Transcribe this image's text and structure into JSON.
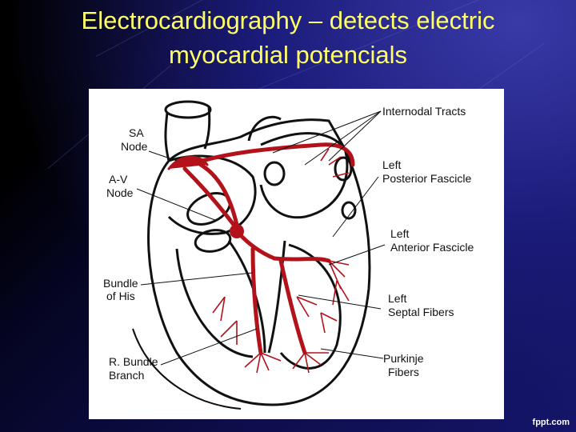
{
  "slide": {
    "title_line1": "Electrocardiography – detects electric",
    "title_line2": "myocardial potencials",
    "footer_brand": "fppt.com"
  },
  "diagram": {
    "labels": {
      "sa_node": [
        "SA",
        "Node"
      ],
      "av_node": [
        "A-V",
        "Node"
      ],
      "bundle_his": [
        "Bundle",
        "of His"
      ],
      "r_bundle": [
        "R. Bundle",
        "Branch"
      ],
      "internodal": "Internodal Tracts",
      "left_posterior": [
        "Left",
        "Posterior  Fascicle"
      ],
      "left_anterior": [
        "Left",
        "Anterior  Fascicle"
      ],
      "left_septal": [
        "Left",
        "Septal  Fibers"
      ],
      "purkinje": [
        "Purkinje",
        "Fibers"
      ]
    },
    "colors": {
      "conduction": "#b3121a",
      "outline": "#111111"
    }
  }
}
